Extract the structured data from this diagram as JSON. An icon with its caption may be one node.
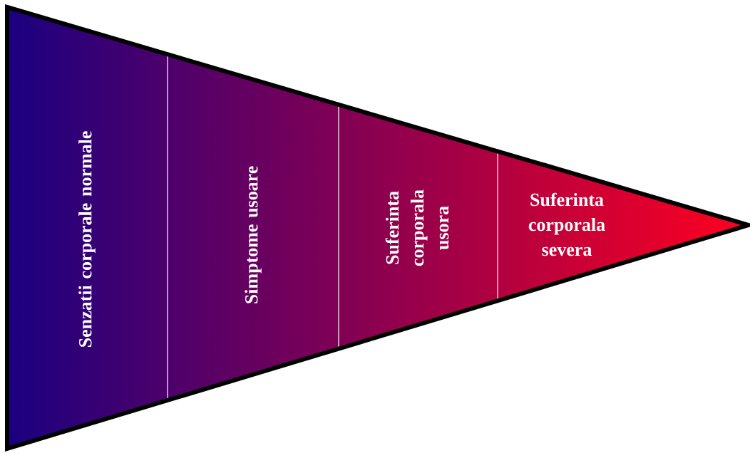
{
  "diagram": {
    "nodes": [
      {
        "text": [
          "Senzatii corporale normale"
        ]
      },
      {
        "text": [
          "Simptome usoare"
        ]
      },
      {
        "text": [
          "Suferinta corporala usora"
        ]
      },
      {
        "text": [
          "Suferinta corporala severa"
        ]
      }
    ]
  }
}
